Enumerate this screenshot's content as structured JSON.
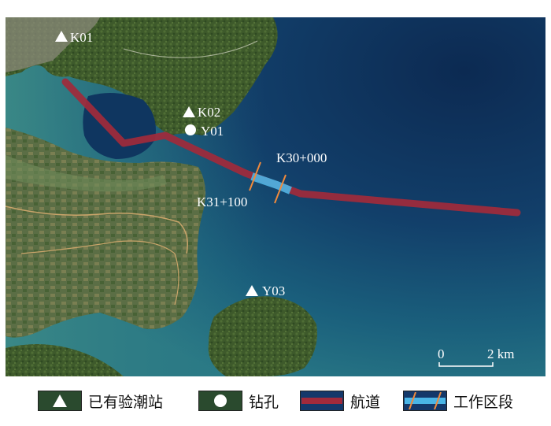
{
  "map": {
    "stations": [
      {
        "id": "K01",
        "type": "tide-station"
      },
      {
        "id": "K02",
        "type": "tide-station"
      },
      {
        "id": "Y01",
        "type": "borehole"
      },
      {
        "id": "Y03",
        "type": "tide-station"
      }
    ],
    "chainage_labels": [
      "K30+000",
      "K31+100"
    ],
    "scale": {
      "start": "0",
      "end": "2 km"
    },
    "colors": {
      "channel": "#a12a3b",
      "work_section": "#4ab5e6",
      "water_deep": "#103a64",
      "land": "#3f5a2a"
    }
  },
  "legend": [
    {
      "icon": "triangle-icon",
      "label": "已有验潮站"
    },
    {
      "icon": "circle-icon",
      "label": "钻孔"
    },
    {
      "icon": "channel-line-icon",
      "label": "航道"
    },
    {
      "icon": "work-section-icon",
      "label": "工作区段"
    }
  ]
}
